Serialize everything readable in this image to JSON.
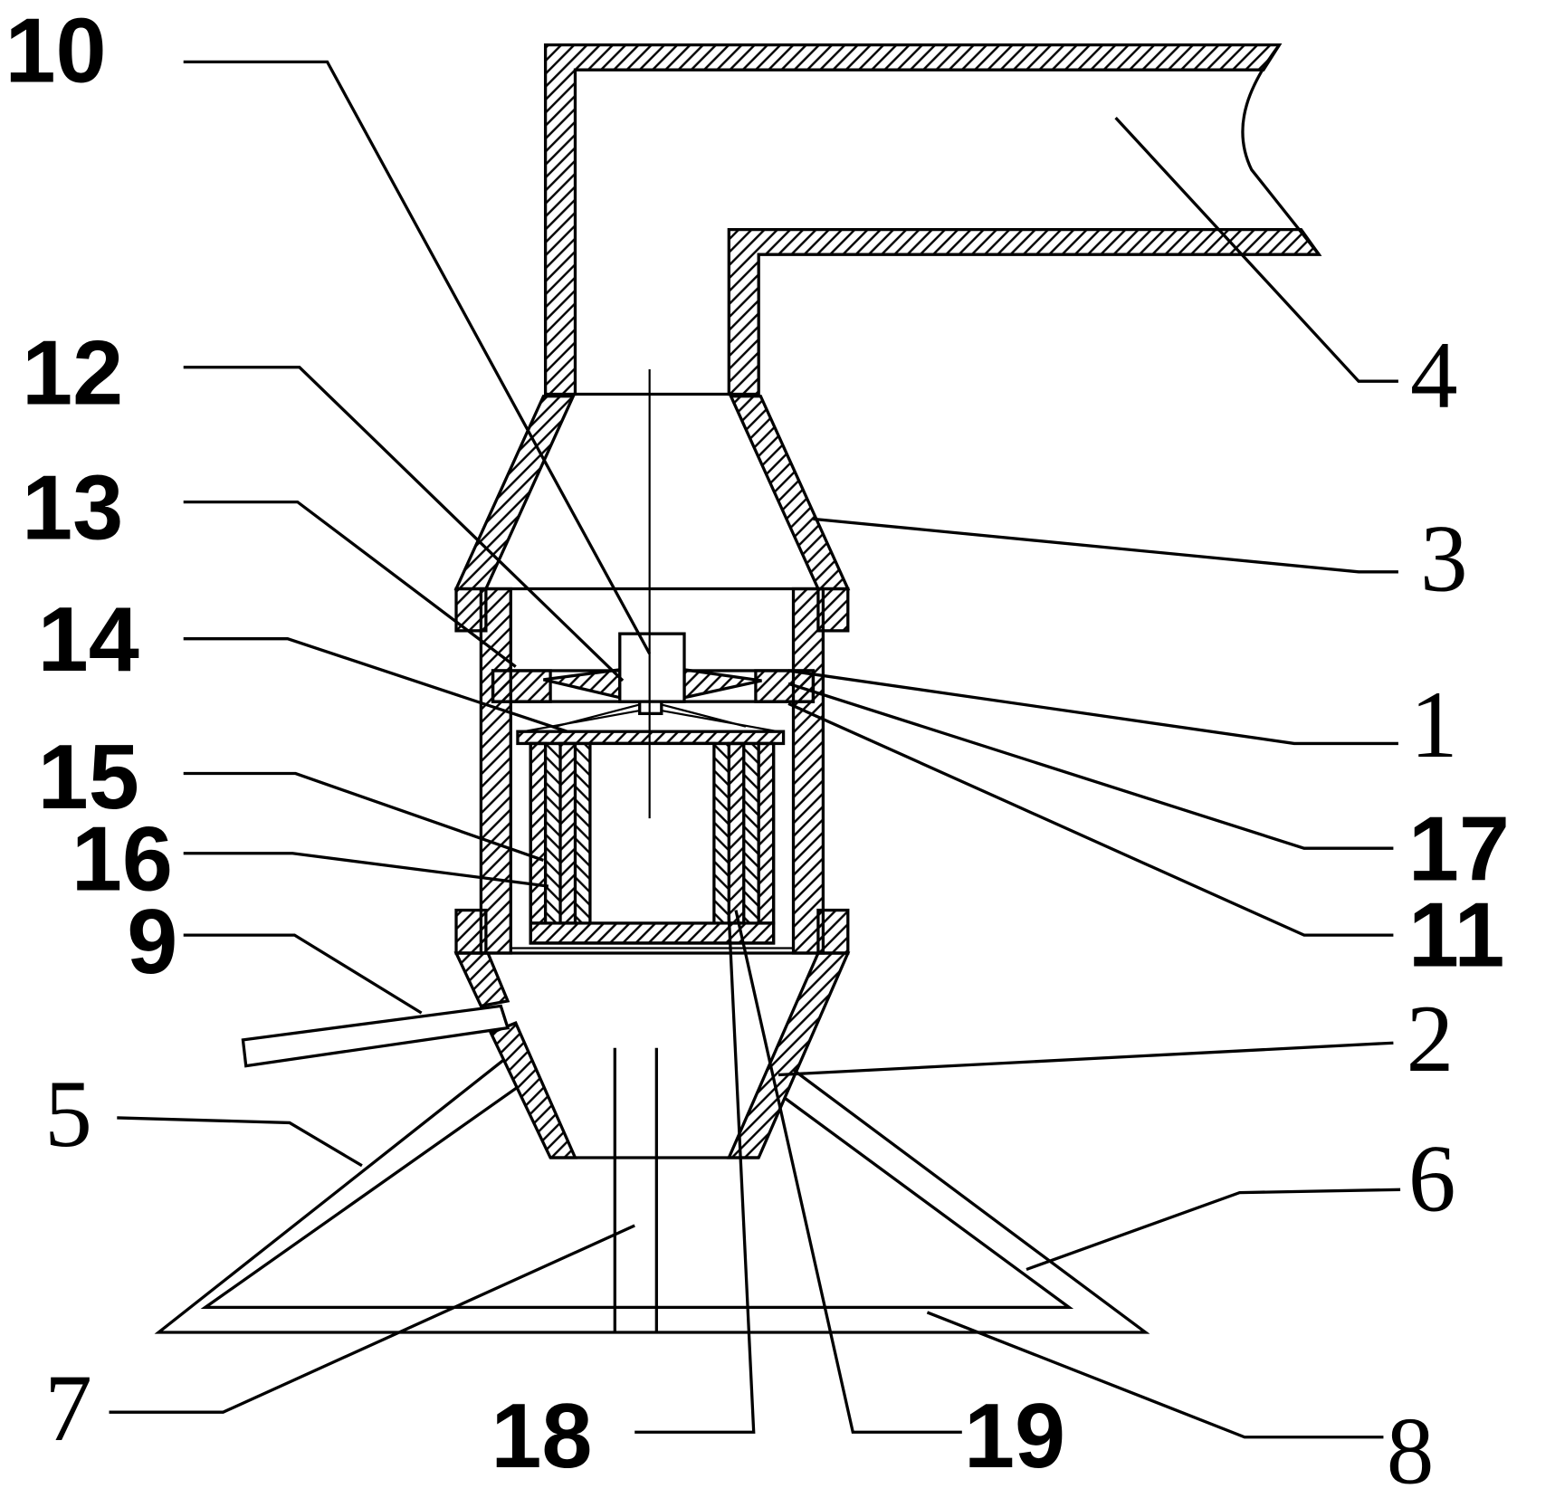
{
  "labels": {
    "1": "1",
    "2": "2",
    "3": "3",
    "4": "4",
    "5": "5",
    "6": "6",
    "7": "7",
    "8": "8",
    "9": "9",
    "10": "10",
    "11": "11",
    "12": "12",
    "13": "13",
    "14": "14",
    "15": "15",
    "16": "16",
    "17": "17",
    "18": "18",
    "19": "19"
  },
  "colors": {
    "line": "#000000",
    "background": "#ffffff"
  }
}
